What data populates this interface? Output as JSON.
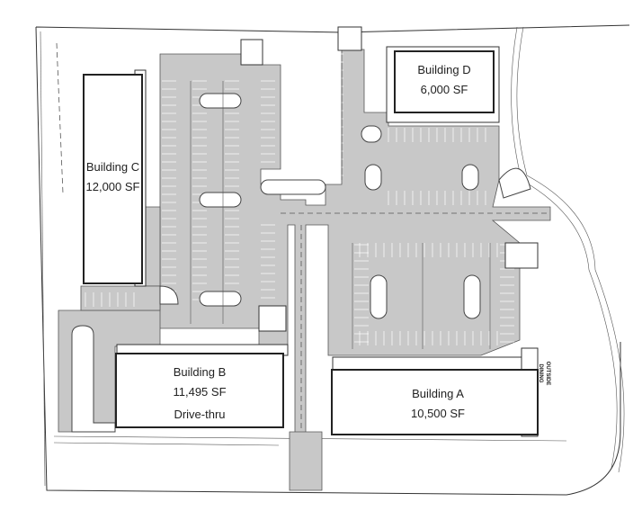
{
  "buildings": {
    "a": {
      "name": "Building A",
      "area": "10,500 SF"
    },
    "b": {
      "name": "Building B",
      "area": "11,495 SF",
      "note": "Drive-thru"
    },
    "c": {
      "name": "Building C",
      "area": "12,000 SF"
    },
    "d": {
      "name": "Building D",
      "area": "6,000 SF"
    }
  },
  "annotations": {
    "outside_dining_1": "OUTSIDE",
    "outside_dining_2": "DINING"
  },
  "colors": {
    "paving": "#c8c8c8",
    "building": "#ffffff",
    "linework": "#222222"
  }
}
